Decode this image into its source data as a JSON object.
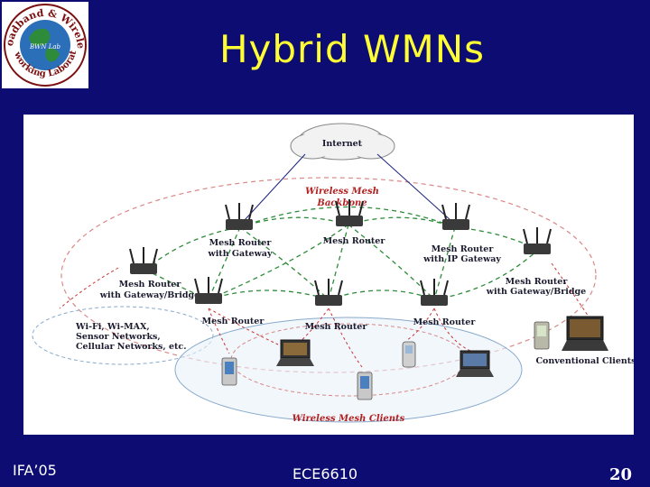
{
  "slide": {
    "title": "Hybrid WMNs",
    "footer_left": "IFA’05",
    "footer_center": "ECE6610",
    "page_number": "20"
  },
  "logo": {
    "ring_text": "Broadband & Wireless Networking Laboratory",
    "center_text": "BWN Lab"
  },
  "diagram": {
    "internet": "Internet",
    "backbone_label": [
      "Wireless Mesh",
      "Backbone"
    ],
    "routers": [
      {
        "line1": "Mesh Router",
        "line2": "with Gateway"
      },
      {
        "line1": "Mesh Router",
        "line2": ""
      },
      {
        "line1": "Mesh Router",
        "line2": "with IP Gateway"
      },
      {
        "line1": "Mesh Router",
        "line2": "with Gateway/Bridge"
      },
      {
        "line1": "Mesh Router",
        "line2": "with Gateway/Bridge"
      },
      {
        "line1": "Mesh Router",
        "line2": ""
      },
      {
        "line1": "Mesh Router",
        "line2": ""
      },
      {
        "line1": "Mesh Router",
        "line2": ""
      }
    ],
    "other_networks": [
      "Wi-Fi, Wi-MAX,",
      "Sensor Networks,",
      "Cellular Networks, etc."
    ],
    "conventional_clients": "Conventional Clients",
    "mesh_clients": "Wireless Mesh Clients"
  }
}
